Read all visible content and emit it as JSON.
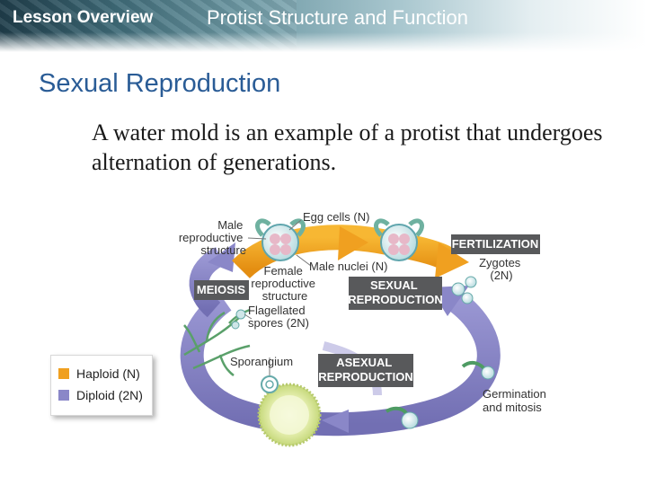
{
  "header": {
    "left_title": "Lesson Overview",
    "right_title": "Protist Structure and Function"
  },
  "section_title": "Sexual Reproduction",
  "body_text": "A water mold is an example of a protist that undergoes alternation of generations.",
  "diagram": {
    "labels": {
      "male_structure": [
        "Male",
        "reproductive",
        "structure"
      ],
      "egg_cells": "Egg cells (N)",
      "male_nuclei": "Male nuclei (N)",
      "female_structure": [
        "Female",
        "reproductive",
        "structure"
      ],
      "flagellated_spores": [
        "Flagellated",
        "spores (2N)"
      ],
      "sporangium": "Sporangium",
      "zygotes": [
        "Zygotes",
        "(2N)"
      ],
      "germination": [
        "Germination",
        "and mitosis"
      ]
    },
    "boxes": {
      "fertilization": "FERTILIZATION",
      "meiosis": "MEIOSIS",
      "sexual": [
        "SEXUAL",
        "REPRODUCTION"
      ],
      "asexual": [
        "ASEXUAL",
        "REPRODUCTION"
      ]
    },
    "colors": {
      "haploid": "#f0a020",
      "diploid": "#8a87c8",
      "box": "#58595b"
    }
  },
  "legend": {
    "items": [
      {
        "label": "Haploid (N)",
        "color": "#f0a020"
      },
      {
        "label": "Diploid (2N)",
        "color": "#8a87c8"
      }
    ]
  }
}
